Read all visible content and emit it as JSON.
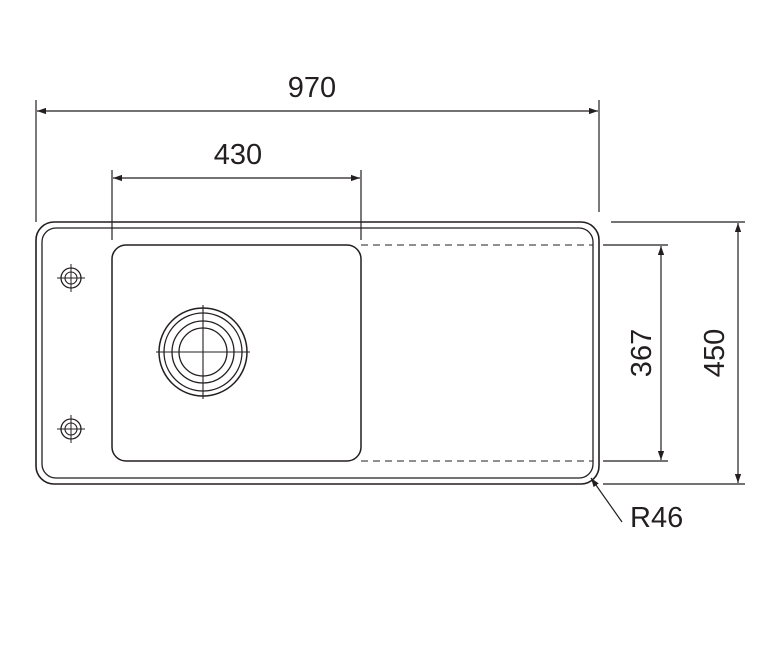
{
  "drawing": {
    "dimensions": {
      "overall_width": "970",
      "bowl_width": "430",
      "bowl_depth": "367",
      "overall_depth": "450",
      "corner_radius": "R46"
    },
    "colors": {
      "line": "#231f20",
      "background": "#ffffff"
    }
  }
}
